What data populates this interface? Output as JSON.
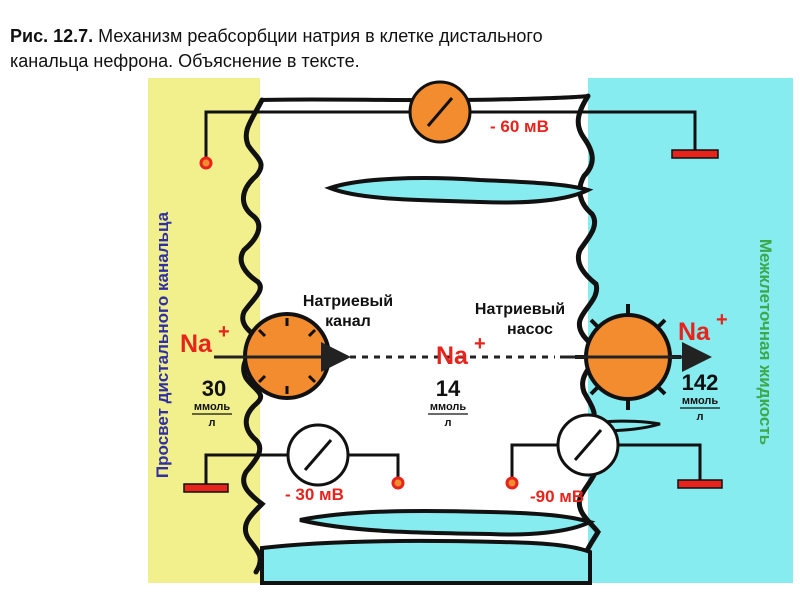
{
  "caption": {
    "figure_label": "Рис. 12.7.",
    "text": " Механизм реабсорбции натрия в клетке дистального канальца нефрона. Объяснение в тексте."
  },
  "labels": {
    "lumen": "Просвет дистального канальца",
    "interstitial": "Межклеточная жидкость",
    "channel": [
      "Натриевый",
      "канал"
    ],
    "pump": [
      "Натриевый",
      "насос"
    ]
  },
  "voltages": {
    "top": "- 60 мВ",
    "left": "- 30 мВ",
    "right": "-90 мВ"
  },
  "sodium": {
    "symbol": "Na",
    "charge": "+",
    "unit_top": "ммоль",
    "unit_bottom": "л",
    "lumen": "30",
    "cell": "14",
    "interstitial": "142"
  },
  "colors": {
    "lumen_bg": "#f1f08c",
    "interstitial_bg": "#87ecf0",
    "membrane": "#111111",
    "orange": "#f28c2e",
    "red": "#e8231c",
    "lumen_label": "#2f2fa3",
    "interstitial_label": "#3ca84a"
  }
}
